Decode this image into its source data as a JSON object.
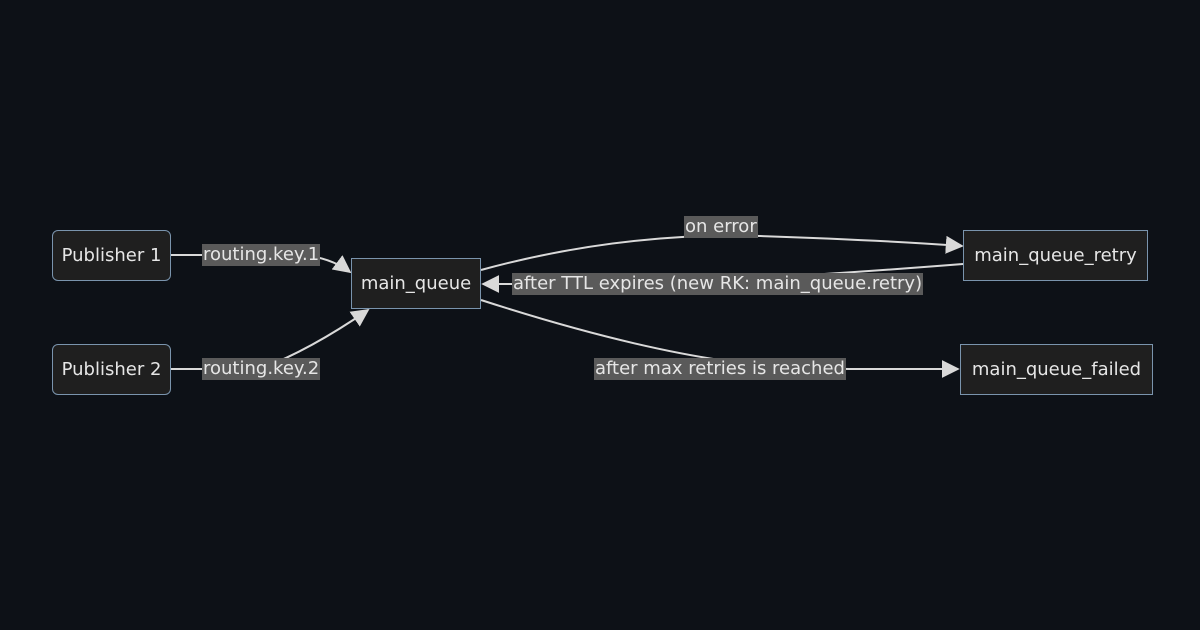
{
  "colors": {
    "background": "#0d1117",
    "node_fill": "#1f1f1f",
    "node_border": "#7a94ad",
    "edge": "#d9d9d9",
    "label_bg": "#5a5a5a",
    "text": "#e6e6e6"
  },
  "nodes": {
    "publisher1": "Publisher 1",
    "publisher2": "Publisher 2",
    "main_queue": "main_queue",
    "main_queue_retry": "main_queue_retry",
    "main_queue_failed": "main_queue_failed"
  },
  "edges": {
    "routing_key_1": "routing.key.1",
    "routing_key_2": "routing.key.2",
    "on_error": "on error",
    "after_ttl": "after TTL expires (new RK: main_queue.retry)",
    "after_max_retries": "after max retries is reached"
  }
}
